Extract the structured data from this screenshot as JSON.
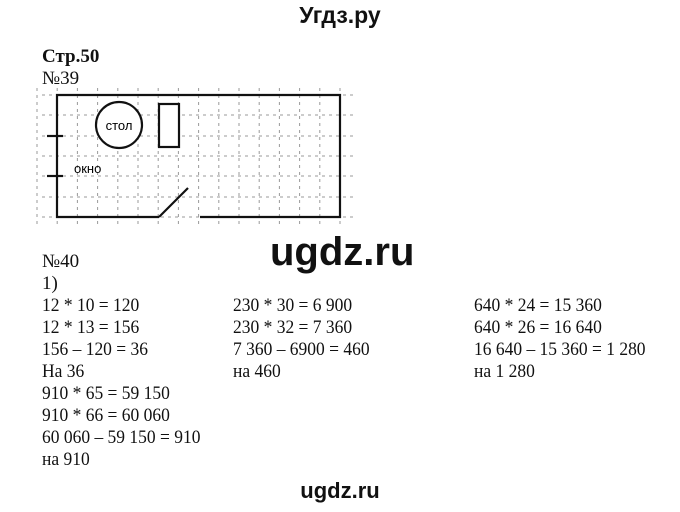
{
  "header": {
    "site_title": "Угдз.ру"
  },
  "page_ref": "Стр.50",
  "task39": {
    "number": "№39",
    "diagram": {
      "table_label": "стол",
      "window_label": "окно"
    }
  },
  "task40": {
    "number": "№40",
    "part": "1)",
    "columns": [
      [
        "12 * 10 = 120",
        "12 * 13 = 156",
        "156 – 120 = 36",
        "На 36",
        "910 * 65 = 59 150",
        "910 * 66 = 60 060",
        "60 060 – 59 150 = 910",
        "на 910"
      ],
      [
        "230 * 30 = 6 900",
        "230 * 32 = 7 360",
        "7 360 – 6900 = 460",
        "на 460"
      ],
      [
        "640 * 24 = 15 360",
        "640 * 26 = 16 640",
        "16 640 – 15 360 = 1 280",
        "на 1 280"
      ]
    ]
  },
  "watermarks": {
    "middle": "ugdz.ru",
    "bottom": "ugdz.ru"
  }
}
